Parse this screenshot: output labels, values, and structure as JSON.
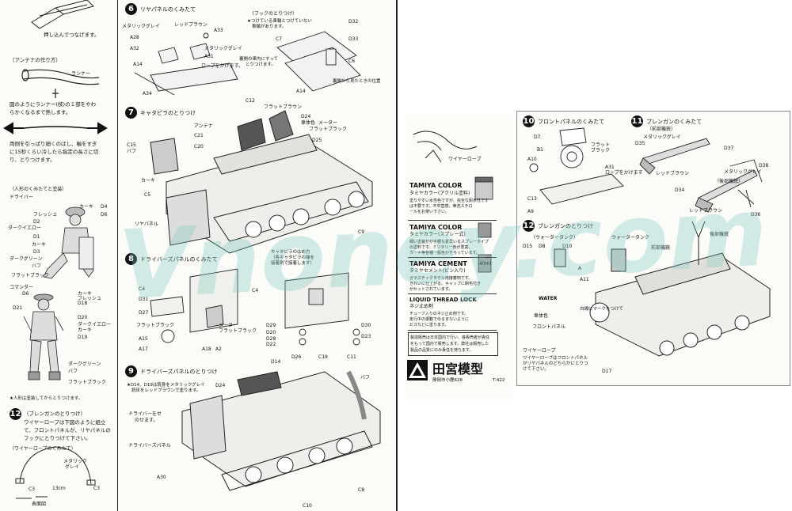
{
  "left_sheet": {
    "top_note": "押し込んでつなげます。",
    "antenna": {
      "title": "（アンテナの作り方）",
      "runner_label": "ランナー",
      "text1": "図のようにランナー(枝)の１部をやわ",
      "text2": "らかくなるまで熱します。",
      "text3": "両側を引っぱり細くのばし、軸をすぎ",
      "text4": "に15秒くらい冷したら指定の長さに切",
      "text5": "り、とりつけます。"
    },
    "figures": {
      "title": "（人形のくみたてと塗装）",
      "driver": "ドライバー",
      "commander": "コマンダー",
      "labels": [
        "カーキ",
        "D4",
        "フレッシュ",
        "D6",
        "D2",
        "ダークイエロー",
        "D1",
        "カーキ",
        "D3",
        "ダークグリーン",
        "バフ",
        "フラットブラック",
        "D6",
        "カーキ",
        "D18",
        "フレッシュ",
        "D21",
        "D20",
        "ダークイエロー",
        "カーキ",
        "D19",
        "ダークグリーン",
        "バフ",
        "フラットブラック"
      ],
      "footnote": "★人形は塗装してからとりつけます。"
    },
    "step12_note": {
      "num": "12",
      "title": "（ブレンガンのとりつけ）",
      "text1": "ワイヤーロープは下図のように組立",
      "text2": "て、フロントパネルが、リヤパネルの",
      "text3": "フックにとりつけて下さい。",
      "wire_title": "（ワイヤーロープのくみたて）",
      "labels": [
        "メタリック",
        "グレイ",
        "C3",
        "13cm",
        "C3",
        "表面図"
      ]
    }
  },
  "center_sheet": {
    "step6": {
      "num": "6",
      "title": "リヤパネルのくみたて",
      "hook_title": "（フックのとりつけ）",
      "hook_note1": "★つけている車輪とつけていない",
      "hook_note2": "車輪があります。",
      "labels": [
        "メタリックグレイ",
        "レッドブラウン",
        "A28",
        "A32",
        "A33",
        "A14",
        "A31",
        "ロープをかけます。",
        "メタリックグレイ",
        "A34",
        "C7",
        "D32",
        "D33",
        "C6",
        "裏側の車内にすって",
        "とりつけます。",
        "A14",
        "裏側から見たときの位置"
      ]
    },
    "step7": {
      "num": "7",
      "title": "キャタピラのとりつけ",
      "labels": [
        "C12",
        "フラットブラウン",
        "D24",
        "車体色",
        "メーター",
        "フラットブラック",
        "アンテナ",
        "C21",
        "C20",
        "C15",
        "バフ",
        "D25",
        "カーキ",
        "C5",
        "リヤパネル",
        "C9",
        "キャタピラのはめ方",
        "（各キャタピラの端を",
        "接着剤で接着します）"
      ]
    },
    "step8": {
      "num": "8",
      "title": "ドライバーズパネルのくみたて",
      "labels": [
        "C4",
        "D31",
        "D27",
        "フラットブラック",
        "A15",
        "A17",
        "A18",
        "A2",
        "メーター",
        "フラットブラック",
        "C4",
        "D29",
        "D20",
        "D28",
        "D22",
        "D30",
        "D23"
      ]
    },
    "step9": {
      "num": "9",
      "title": "ドライバーズパネルのとりつけ",
      "note1": "★D14、D19は銃身をメタリックグレイ",
      "note2": "銃床をレッドブラウンで塗ります。",
      "labels": [
        "D14",
        "D26",
        "C19",
        "C11",
        "バフ",
        "D24",
        "ドライバーをセ",
        "のせます。",
        "ドライバーズパネル",
        "A30",
        "C8",
        "C10"
      ]
    }
  },
  "middle_sheet": {
    "wire_rope_label": "ワイヤーロープ",
    "ads": [
      {
        "title": "TAMIYA COLOR",
        "sub": "タミヤカラー(アクリル塗料)",
        "line1": "塗りやすい水性色ですが、完全な耐水性です",
        "line2": "は不要です。不中直感、筆洗スチロ",
        "line3": "ールをお使い下さい。"
      },
      {
        "title": "TAMIYA COLOR",
        "sub": "タミヤカラー(スプレー式)",
        "line1": "細い塗装がが手軽な素早いるスプレータイプ",
        "line2": "の塗料です。ミリタリー色が豊富、",
        "line3": "カーキ等各種一般色がそろっています。"
      },
      {
        "title": "TAMIYA CEMENT",
        "sub": "タミヤセメント(ビン入り)",
        "size": "40ml",
        "line1": "ガラスチックモデル用接着剤です。",
        "line2": "きれいに仕上がる、キャップに刷毛付き",
        "line3": "がセットされています。"
      },
      {
        "title": "LIQUID THREAD LOCK",
        "sub": "ネジ止め剤",
        "line1": "チューブ入りのネジ止め剤です。",
        "line2": "走行中の振動でゆるまないように",
        "line3": "ビスなどに塗ります。"
      }
    ],
    "footer_text": [
      "製造販売は日本国内で行い、各販売者が責任",
      "をもって国内で販売します。弊社は販売した",
      "製品の品質にのみ責任を持ちます。"
    ],
    "brand_name": "田宮模型",
    "brand_sub": "静岡市小鹿628",
    "code": "T-422"
  },
  "right_sheet": {
    "step10": {
      "num": "10",
      "title": "フロントパネルのくみたて",
      "labels": [
        "D7",
        "B1",
        "フラット",
        "ブラック",
        "A10",
        "A31",
        "ロープをかけます",
        "C13",
        "A9"
      ]
    },
    "step11": {
      "num": "11",
      "title": "ブレンガンのくみたて",
      "sub1": "（前部機銃）",
      "sub2": "（後部機銃）",
      "labels": [
        "D35",
        "メタリックグレイ",
        "D37",
        "レッドブラウン",
        "D38",
        "D34",
        "メタリックグレイ",
        "レッドブラウン",
        "D36"
      ]
    },
    "step12": {
      "num": "12",
      "title": "ブレンガンのとりつけ",
      "labels": [
        "（ウォータータンク）",
        "ウォータータンク",
        "後部機銃",
        "D15",
        "D8",
        "D10",
        "A",
        "A11",
        "WATER",
        "前部機銃",
        "車体色",
        "フロントパネル",
        "ワイヤーロープ",
        "ワイヤーロープはフロントパネル",
        "がリヤパネルのどちらかにとりつ",
        "けて下さい。",
        "D17",
        "白線にマークをつけて"
      ]
    }
  },
  "watermark": "Vnoney.com"
}
